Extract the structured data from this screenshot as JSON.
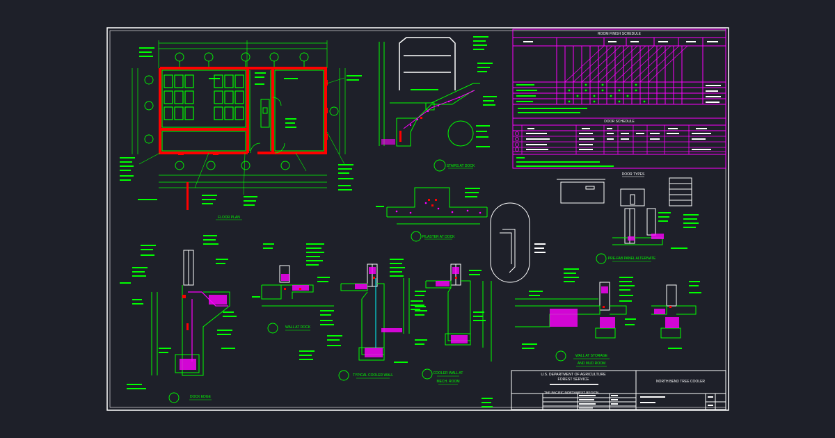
{
  "colors": {
    "background": "#1e2029",
    "border": "#ffffff",
    "walls": "#00ff00",
    "schedule": "#ff00ff",
    "cut_walls": "#ff0000",
    "dims": "#00ffff",
    "hatch": "#ff00ff"
  },
  "titles": {
    "floor_plan": "FLOOR PLAN",
    "stairs_at_dock": "STAIRS AT DOCK",
    "pilaster_at_dock": "PILASTER AT DOCK",
    "door_types": "DOOR TYPES",
    "pre_fab_panel": "PRE-FAB PANEL ALTERNATE",
    "dock_edge": "DOCK EDGE",
    "wall_at_dock": "WALL AT DOCK",
    "typical_cooler_wall": "TYPICAL COOLER WALL",
    "cooler_wall_at": "COOLER WALL AT",
    "mech_room": "MECH. ROOM",
    "wall_at_storage": "WALL AT STORAGE",
    "and_mud_room": "AND MUD ROOM"
  },
  "schedules": {
    "room_finish": "ROOM FINISH SCHEDULE",
    "door": "DOOR SCHEDULE"
  },
  "title_block": {
    "agency_line1": "U.S. DEPARTMENT OF AGRICULTURE",
    "agency_line2": "FOREST SERVICE",
    "region": "THE PACIFIC NORTHWEST REGION",
    "project": "NORTH BEND TREE COOLER"
  }
}
